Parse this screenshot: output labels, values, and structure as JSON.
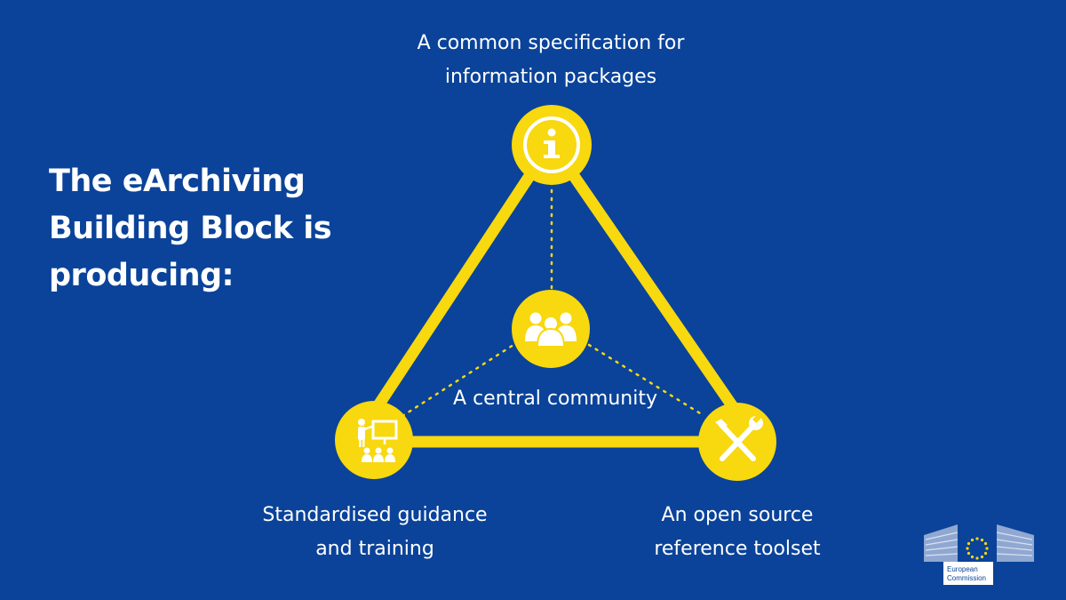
{
  "title": {
    "lines": [
      "The eArchiving",
      "Building Block is",
      "producing:"
    ]
  },
  "nodes": {
    "top": {
      "icon": "info-icon",
      "label_lines": [
        "A common specification for",
        "information packages"
      ]
    },
    "center": {
      "icon": "people-group-icon",
      "label": "A central community"
    },
    "bottom_left": {
      "icon": "presentation-training-icon",
      "label_lines": [
        "Standardised guidance",
        "and training"
      ]
    },
    "bottom_right": {
      "icon": "wrench-screwdriver-icon",
      "label_lines": [
        "An open source",
        "reference toolset"
      ]
    }
  },
  "logo": {
    "name": "european-commission-logo",
    "text_lines": [
      "European",
      "Commission"
    ]
  },
  "colors": {
    "background": "#0a4399",
    "accent": "#f8d80e",
    "text": "#ffffff"
  }
}
